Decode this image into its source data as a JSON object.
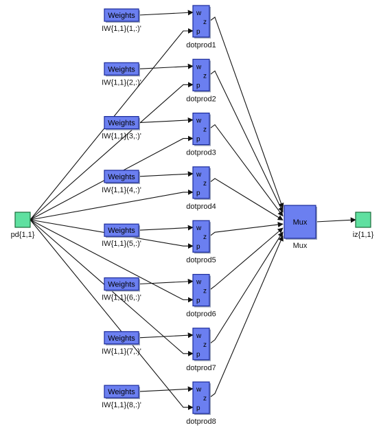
{
  "input_port": {
    "label": "pd{1,1}"
  },
  "output_port": {
    "label": "iz{1,1}"
  },
  "mux": {
    "text": "Mux",
    "label": "Mux"
  },
  "colors": {
    "block_fill": "#6b7ff0",
    "block_stroke": "#1a2a9a",
    "port_fill": "#5fe0a0",
    "port_stroke": "#1a6a3a",
    "line": "#111111"
  },
  "weights_blocks": [
    {
      "text": "Weights",
      "label": "IW{1,1}(1,:)'"
    },
    {
      "text": "Weights",
      "label": "IW{1,1}(2,:)'"
    },
    {
      "text": "Weights",
      "label": "IW{1,1}(3,:)'"
    },
    {
      "text": "Weights",
      "label": "IW{1,1}(4,:)'"
    },
    {
      "text": "Weights",
      "label": "IW{1,1}(5,:)'"
    },
    {
      "text": "Weights",
      "label": "IW{1,1}(6,:)'"
    },
    {
      "text": "Weights",
      "label": "IW{1,1}(7,:)'"
    },
    {
      "text": "Weights",
      "label": "IW{1,1}(8,:)'"
    }
  ],
  "dotprod_blocks": [
    {
      "label": "dotprod1",
      "port_w": "w",
      "port_p": "p",
      "port_z": "z"
    },
    {
      "label": "dotprod2",
      "port_w": "w",
      "port_p": "p",
      "port_z": "z"
    },
    {
      "label": "dotprod3",
      "port_w": "w",
      "port_p": "p",
      "port_z": "z"
    },
    {
      "label": "dotprod4",
      "port_w": "w",
      "port_p": "p",
      "port_z": "z"
    },
    {
      "label": "dotprod5",
      "port_w": "w",
      "port_p": "p",
      "port_z": "z"
    },
    {
      "label": "dotprod6",
      "port_w": "w",
      "port_p": "p",
      "port_z": "z"
    },
    {
      "label": "dotprod7",
      "port_w": "w",
      "port_p": "p",
      "port_z": "z"
    },
    {
      "label": "dotprod8",
      "port_w": "w",
      "port_p": "p",
      "port_z": "z"
    }
  ]
}
